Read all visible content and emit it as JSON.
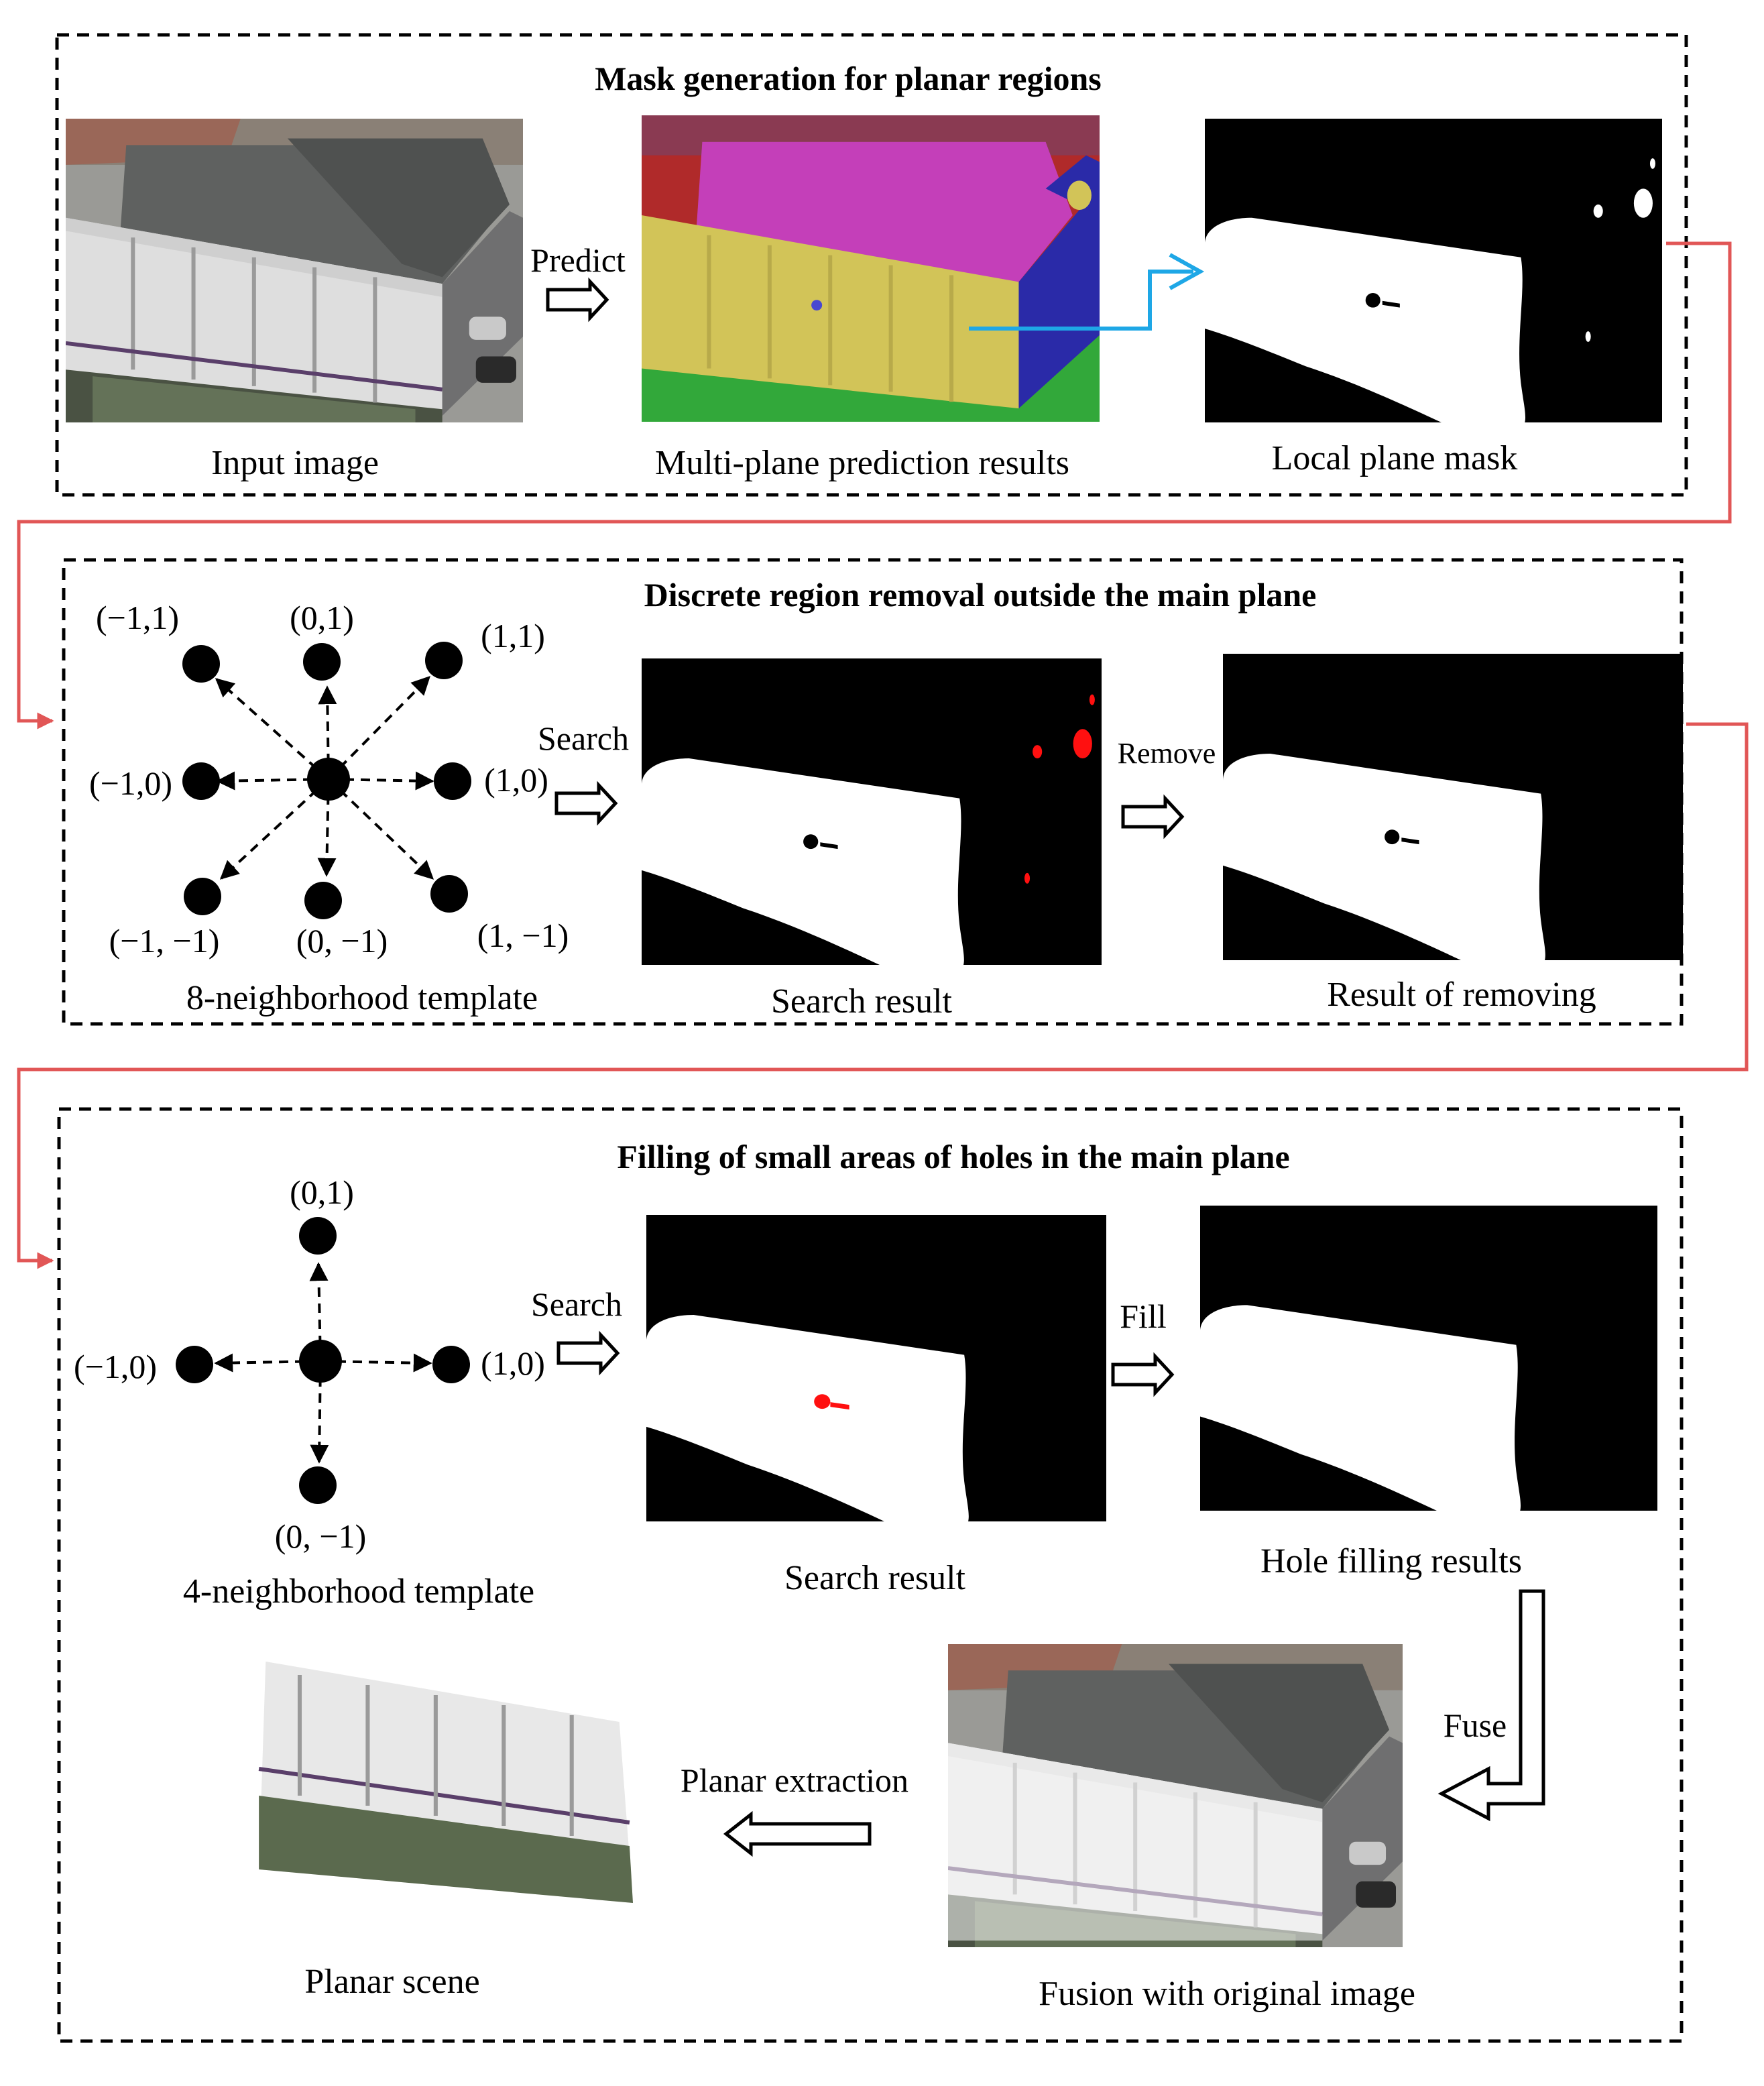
{
  "panels": {
    "mask_generation": {
      "title": "Mask generation for planar regions",
      "captions": {
        "input": "Input image",
        "multi_plane": "Multi-plane prediction results",
        "local_mask": "Local plane mask"
      },
      "arrow_label": "Predict"
    },
    "discrete_removal": {
      "title": "Discrete  region  removal  outside  the  main  plane",
      "captions": {
        "template": "8-neighborhood template",
        "search": "Search result",
        "removed": "Result of removing"
      },
      "search_label": "Search",
      "remove_label": "Remove",
      "coords": {
        "nw": "(−1,1)",
        "n": "(0,1)",
        "ne": "(1,1)",
        "w": "(−1,0)",
        "e": "(1,0)",
        "sw": "(−1, −1)",
        "s": "(0, −1)",
        "se": "(1, −1)"
      }
    },
    "hole_filling": {
      "title": "Filling of small areas of holes in the main plane",
      "captions": {
        "template": "4-neighborhood template",
        "search": "Search result",
        "filled": "Hole filling results",
        "fusion": "Fusion with original image",
        "planar_scene": "Planar scene"
      },
      "search_label": "Search",
      "fill_label": "Fill",
      "fuse_label": "Fuse",
      "extract_label": "Planar extraction",
      "coords": {
        "n": "(0,1)",
        "w": "(−1,0)",
        "e": "(1,0)",
        "s": "(0, −1)"
      }
    }
  },
  "colors": {
    "connector": "#e15656",
    "highlight_arrow": "#1ea7e6",
    "search_mark": "#ff1010",
    "plane_magenta": "#c43fb9",
    "plane_yellow": "#d2c458",
    "plane_blue": "#2a2aa8",
    "plane_green": "#32a83a",
    "plane_red": "#b02a2a"
  }
}
